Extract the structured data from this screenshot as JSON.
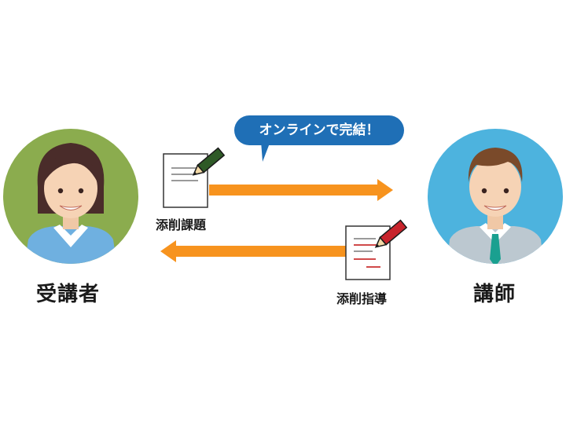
{
  "bubble": {
    "text": "オンラインで完結！"
  },
  "learner": {
    "label": "受講者"
  },
  "instructor": {
    "label": "講師"
  },
  "doc_assignment": {
    "label": "添削課題"
  },
  "doc_guidance": {
    "label": "添削指導"
  },
  "colors": {
    "learner_circle": "#8bac4e",
    "instructor_circle": "#4db3de",
    "arrow": "#f7931e",
    "bubble": "#1f6fb6",
    "pencil_green": "#2e5a27",
    "pencil_red": "#c8242c"
  }
}
